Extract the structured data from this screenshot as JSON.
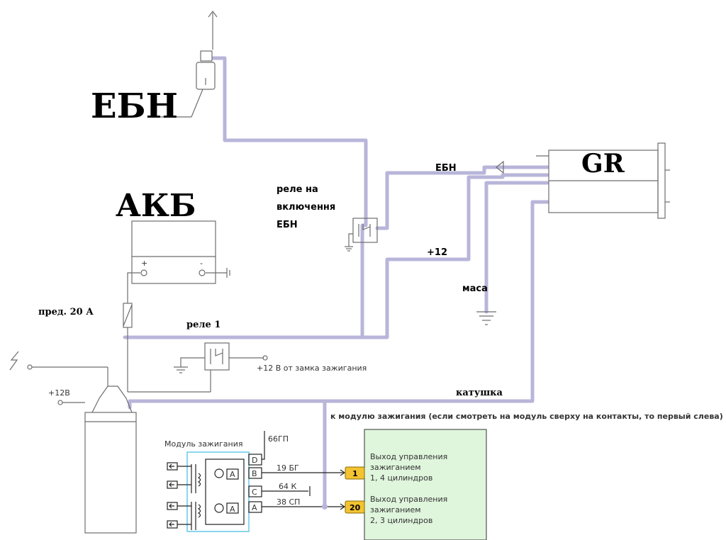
{
  "labels": {
    "ebn_big": "ЕБН",
    "akb": "АКБ",
    "gr": "GR",
    "relay_ebn_line1": "реле на",
    "relay_ebn_line2": "включення",
    "relay_ebn_line3": "ЕБН",
    "ebn_small": "ЕБН",
    "plus12_gr": "+12",
    "massa": "маса",
    "fuse": "пред. 20 А",
    "relay1": "реле 1",
    "ignition_lock": "+12 В от замка зажигания",
    "coil": "катушка",
    "to_module": "к модулю зажигания (если смотреть на модуль сверху на контакты, то первый слева)",
    "plus12v_coil": "+12В",
    "module_title": "Модуль зажигания",
    "battery_plus": "+",
    "battery_minus": "-"
  },
  "module": {
    "pins": [
      "D",
      "B",
      "C",
      "A"
    ],
    "amp_label": "A",
    "wire_66": "66ГП",
    "wire_19": "19 БГ",
    "wire_64": "64 К",
    "wire_38": "38 СП"
  },
  "ecu": {
    "pin1": "1",
    "pin20": "20",
    "out1_line1": "Выход управления",
    "out1_line2": "зажиганием",
    "out1_line3": "1, 4 цилиндров",
    "out2_line1": "Выход управления",
    "out2_line2": "зажиганием",
    "out2_line3": "2, 3 цилиндров"
  },
  "colors": {
    "wire": "#b8b5da",
    "ecu_panel": "#dff5dc",
    "pin_badge": "#f3c331",
    "module_border": "#66c8e8"
  }
}
